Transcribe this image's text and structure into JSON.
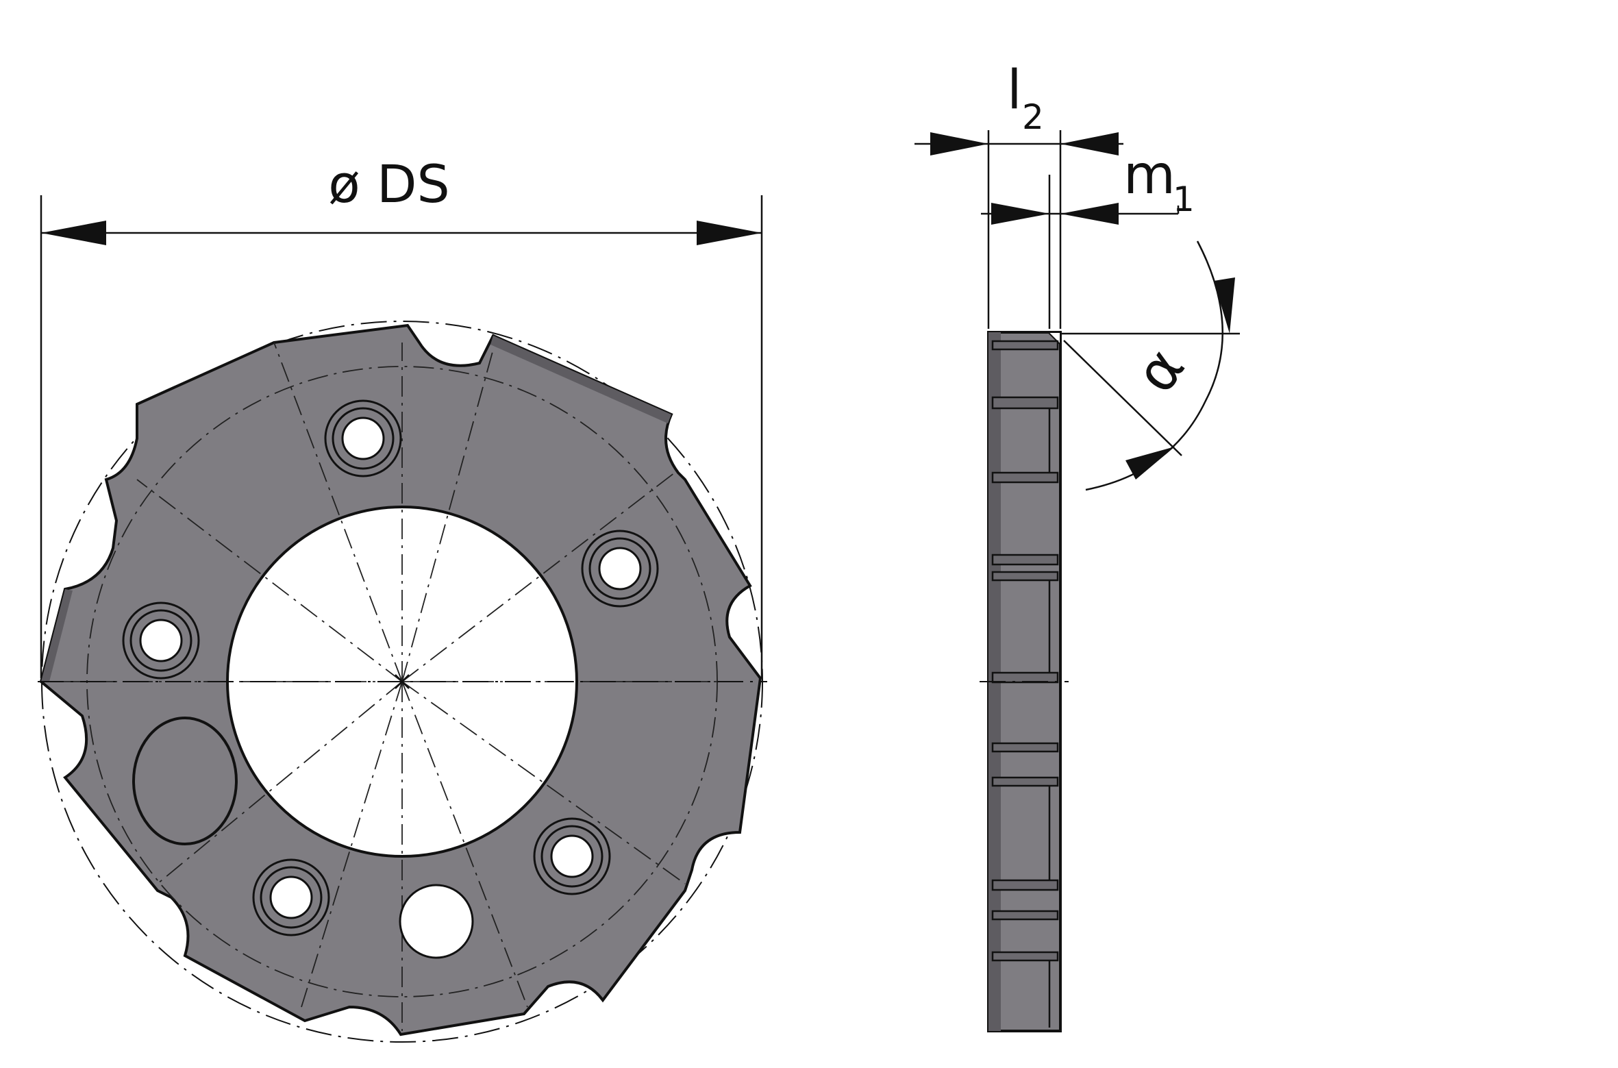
{
  "drawing": {
    "front_view": {
      "diameter_label": "ø DS"
    },
    "side_view": {
      "l2_label_main": "l",
      "l2_label_sub": "2",
      "m1_label_main": "m",
      "m1_label_sub": "1",
      "alpha_label": "α"
    },
    "colors": {
      "part_fill": "#7f7d82",
      "part_dark": "#5e5c61",
      "line": "#111111",
      "background": "#ffffff"
    }
  }
}
